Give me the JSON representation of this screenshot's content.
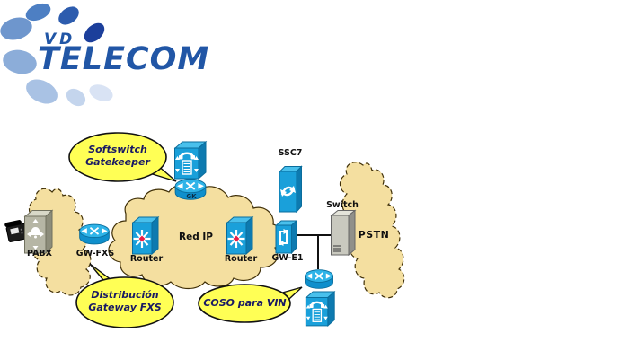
{
  "logo": {
    "vd": "VD",
    "telecom": "TELECOM",
    "brand_color": "#2156a6"
  },
  "diagram": {
    "cloud_labels": {
      "red_ip": "Red IP",
      "pstn": "PSTN"
    },
    "callouts": [
      {
        "name": "softswitch-gatekeeper",
        "lines": [
          "Softswitch",
          "Gatekeeper"
        ]
      },
      {
        "name": "distribucion-gateway-fxs",
        "lines": [
          "Distribución",
          "Gateway FXS"
        ]
      },
      {
        "name": "coso-para-vin",
        "lines": [
          "COSO para VIN"
        ]
      }
    ],
    "device_labels": {
      "pabx": "PABX",
      "gw_fxs": "GW-FXS",
      "router_left": "Router",
      "router_right": "Router",
      "gatekeeper": "GK",
      "ssc7": "SSC7",
      "gw_e1": "GW-E1",
      "switch": "Switch"
    },
    "colors": {
      "cloud_fill": "#f4dfa0",
      "bubble_fill": "#ffff55",
      "device_blue": "#1aa0da"
    }
  }
}
